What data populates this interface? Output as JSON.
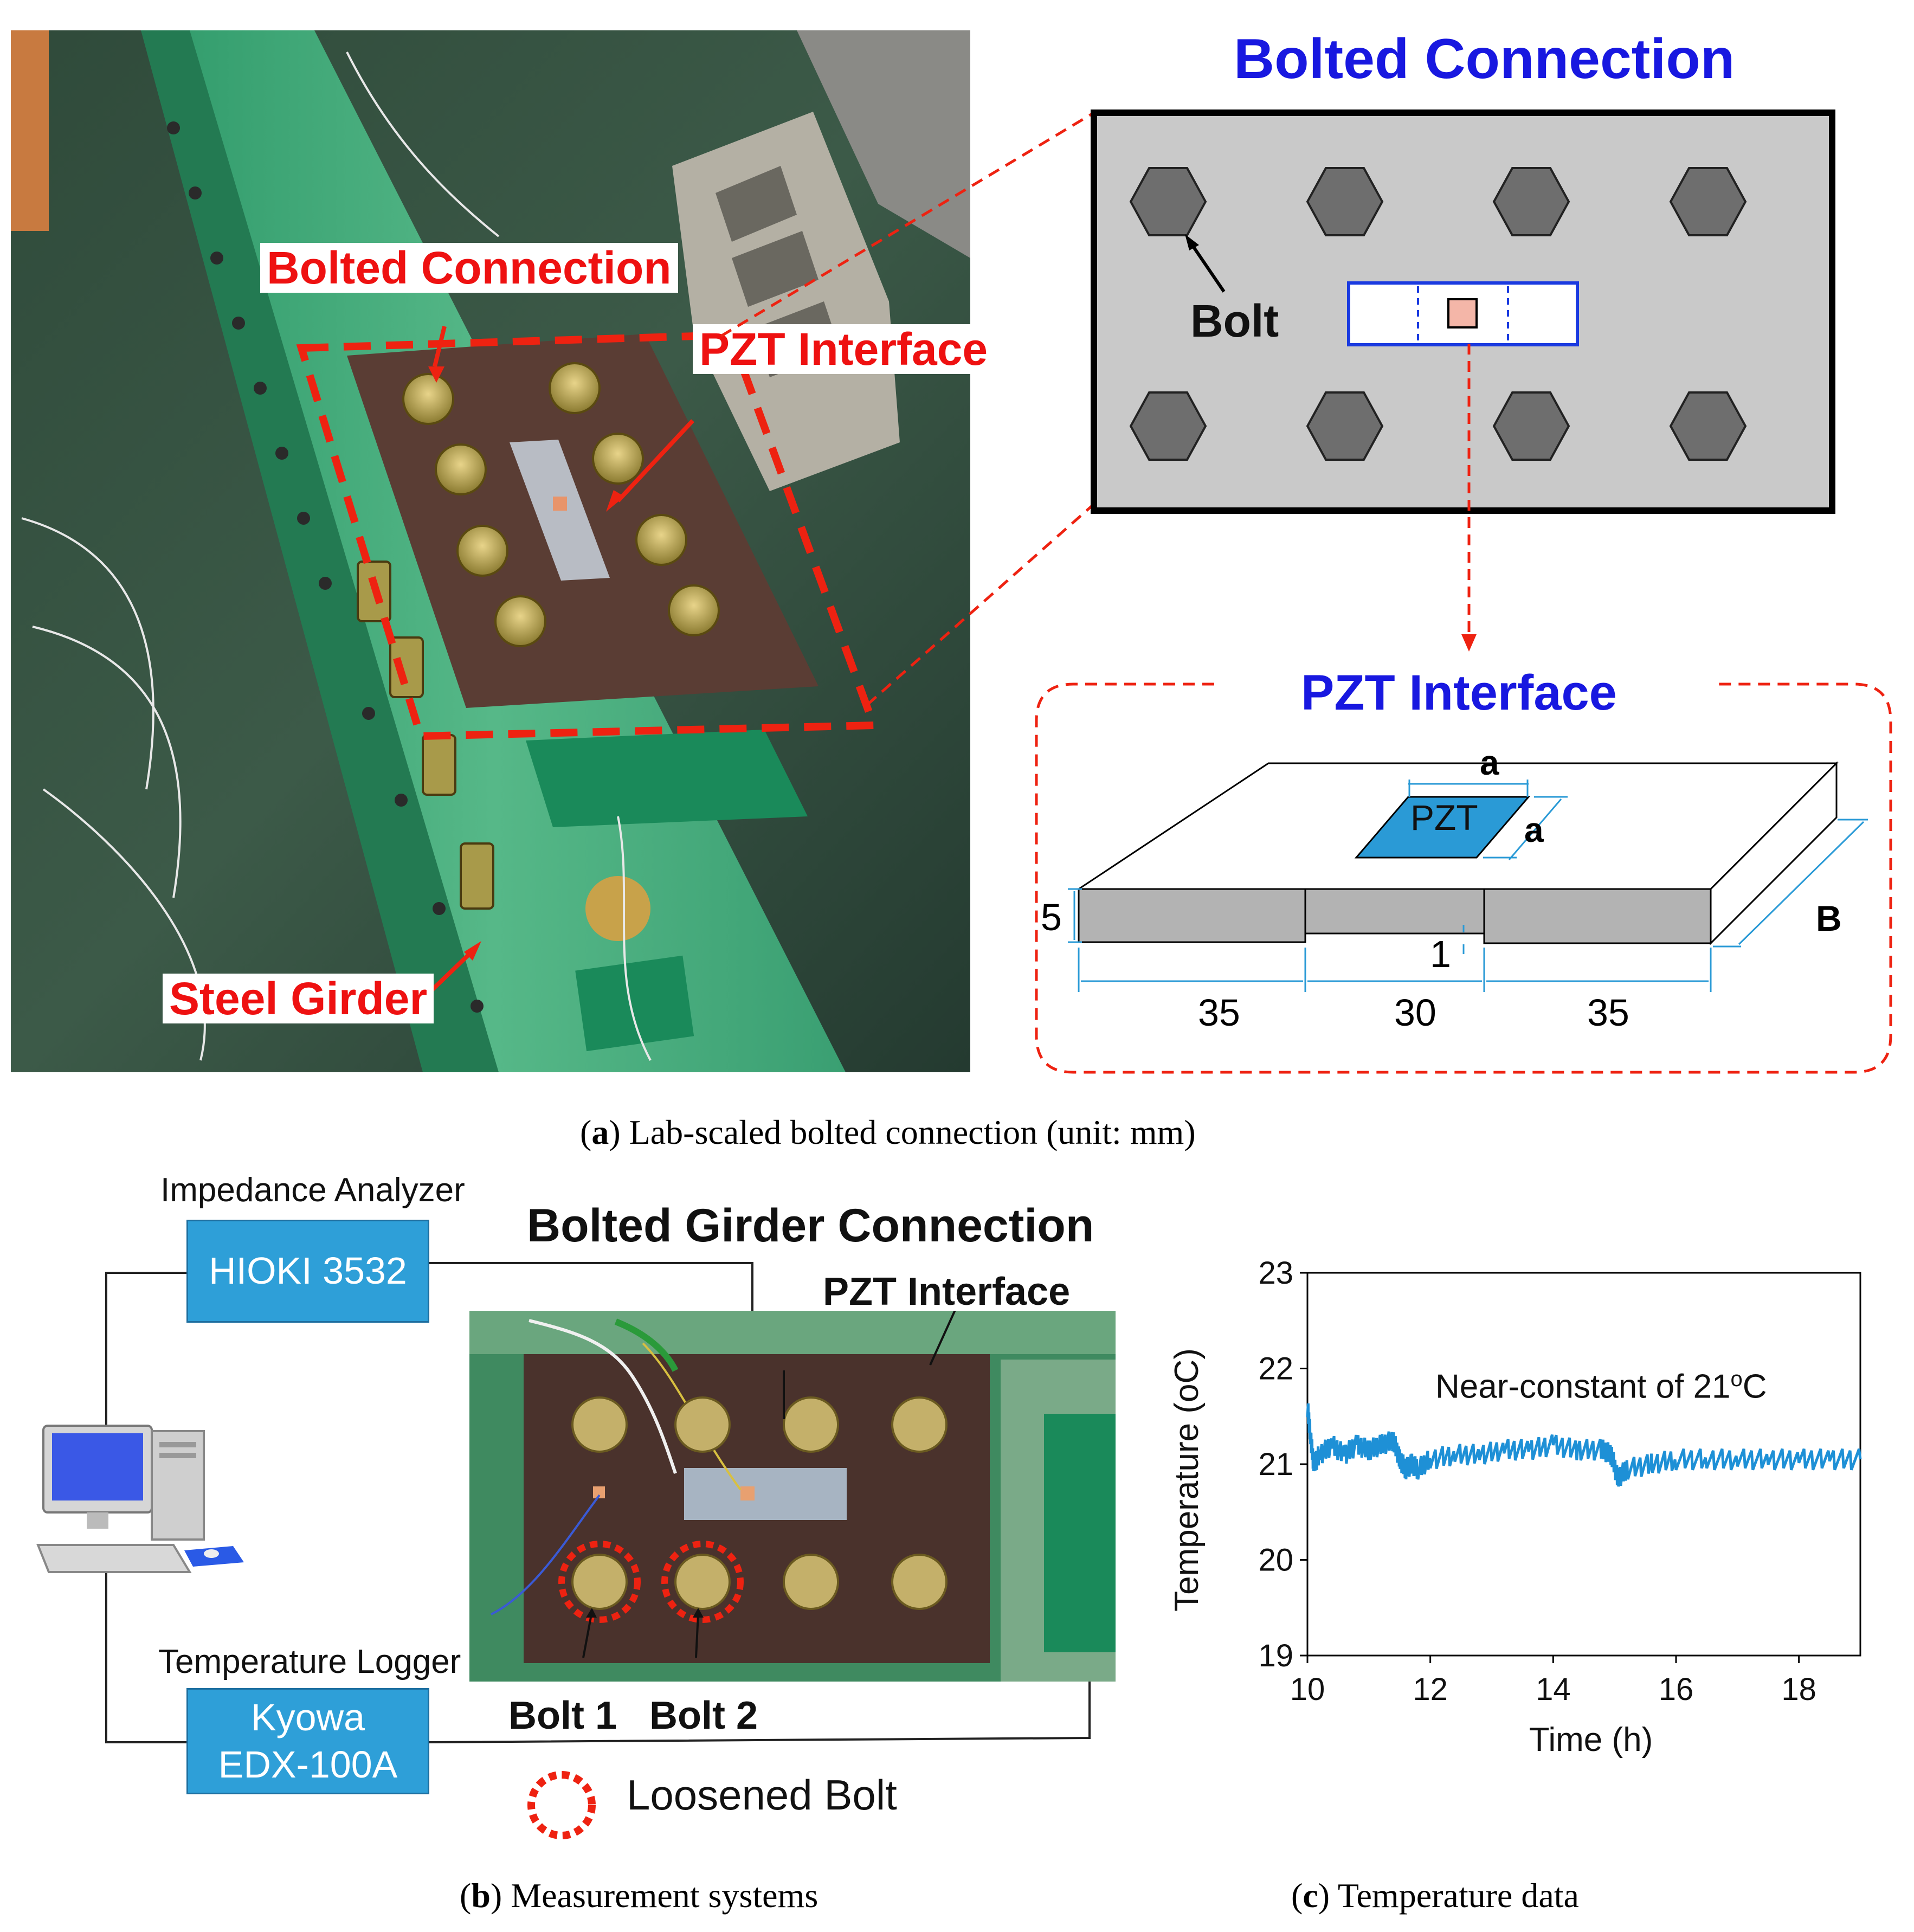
{
  "panel_a": {
    "photo_labels": {
      "bolted_connection": "Bolted Connection",
      "pzt_interface": "PZT Interface",
      "steel_girder": "Steel Girder"
    },
    "schematic_title": "Bolted Connection",
    "bolt_label": "Bolt",
    "pzt_title": "PZT Interface",
    "pzt_detail": {
      "pzt_text": "PZT",
      "dim_a_top": "a",
      "dim_a_side": "a",
      "dim_B": "B",
      "dim_thickness": "5",
      "dim_groove": "1",
      "dim_left": "35",
      "dim_mid": "30",
      "dim_right": "35"
    },
    "caption_letter": "a",
    "caption_text": " Lab-scaled bolted connection (unit: mm)"
  },
  "panel_b": {
    "impedance_label": "Impedance Analyzer",
    "impedance_device": "HIOKI 3532",
    "logger_label": "Temperature Logger",
    "logger_device_line1": "Kyowa",
    "logger_device_line2": "EDX-100A",
    "photo_title": "Bolted Girder Connection",
    "pzt_interface_label": "PZT Interface",
    "bolt1_label": "Bolt 1",
    "bolt2_label": "Bolt 2",
    "legend_loosened": "Loosened Bolt",
    "caption_letter": "b",
    "caption_text": " Measurement systems"
  },
  "panel_c": {
    "caption_letter": "c",
    "caption_text": " Temperature data",
    "annotation": "Near-constant of 21",
    "annotation_sup": "o",
    "annotation_unit": "C"
  },
  "chart_data": {
    "type": "line",
    "title": "",
    "xlabel": "Time (h)",
    "ylabel": "Temperature (oC)",
    "xlim": [
      10,
      19
    ],
    "ylim": [
      19,
      23
    ],
    "xticks": [
      "10",
      "12",
      "14",
      "16",
      "18"
    ],
    "yticks": [
      "19",
      "20",
      "21",
      "22",
      "23"
    ],
    "grid": false,
    "series": [
      {
        "color": "#1e90d6",
        "x": [
          10.0,
          10.05,
          10.1,
          10.2,
          10.4,
          10.6,
          10.8,
          11.0,
          11.2,
          11.4,
          11.5,
          11.6,
          11.7,
          11.8,
          12.0,
          12.4,
          12.8,
          13.2,
          13.6,
          14.0,
          14.4,
          14.8,
          14.95,
          15.05,
          15.2,
          15.6,
          16.0,
          16.5,
          17.0,
          17.5,
          18.0,
          18.5,
          19.0
        ],
        "y": [
          21.6,
          21.3,
          21.0,
          21.1,
          21.2,
          21.1,
          21.2,
          21.15,
          21.2,
          21.25,
          21.05,
          20.95,
          21.0,
          20.95,
          21.05,
          21.1,
          21.1,
          21.15,
          21.15,
          21.2,
          21.15,
          21.15,
          21.1,
          20.85,
          20.95,
          21.0,
          21.05,
          21.05,
          21.05,
          21.05,
          21.05,
          21.05,
          21.05
        ]
      }
    ]
  }
}
